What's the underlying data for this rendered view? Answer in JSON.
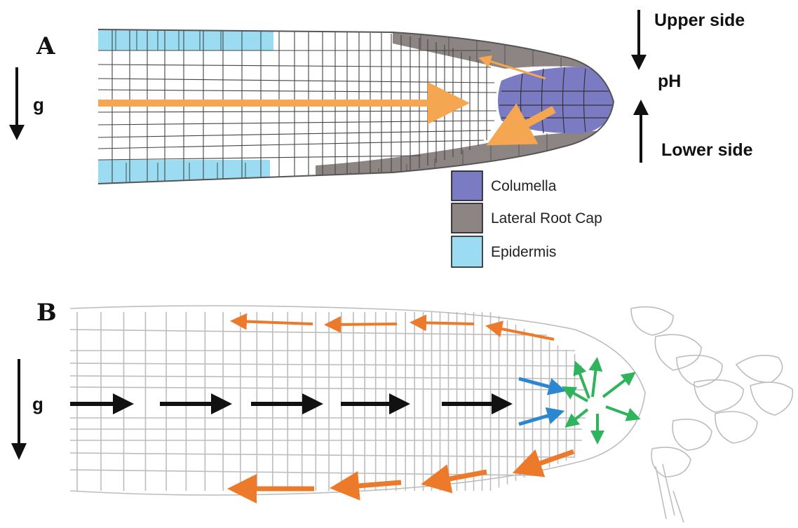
{
  "panel_a": {
    "label": "A",
    "gravity_label": "g",
    "upper_side": "Upper side",
    "ph": "pH",
    "lower_side": "Lower side",
    "legend": [
      {
        "label": "Columella",
        "color": "#7b7bc4"
      },
      {
        "label": "Lateral Root Cap",
        "color": "#8c8584"
      },
      {
        "label": "Epidermis",
        "color": "#9bdcf2"
      }
    ]
  },
  "panel_b": {
    "label": "B",
    "gravity_label": "g"
  },
  "colors": {
    "auxin_orange": "#f5a650",
    "orange_dark": "#ec7a2a",
    "blue": "#2b87cf",
    "green": "#2fb35c",
    "black": "#111111",
    "cell_line": "#bdbdbd"
  }
}
